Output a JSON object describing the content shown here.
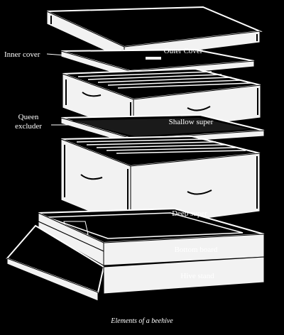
{
  "diagram": {
    "caption": "Elements of a beehive",
    "parts": {
      "outer_cover": "Outer Cover",
      "inner_cover": "Inner cover",
      "shallow_super": "Shallow super",
      "queen_excluder_line1": "Queen",
      "queen_excluder_line2": "excluder",
      "deep_super": "Deep super",
      "bottom_board": "Bottom board",
      "hive_stand": "Hive stand"
    },
    "colors": {
      "background": "#000000",
      "line": "#ffffff",
      "wood": "#f2f2f2",
      "ink": "#000000"
    }
  }
}
